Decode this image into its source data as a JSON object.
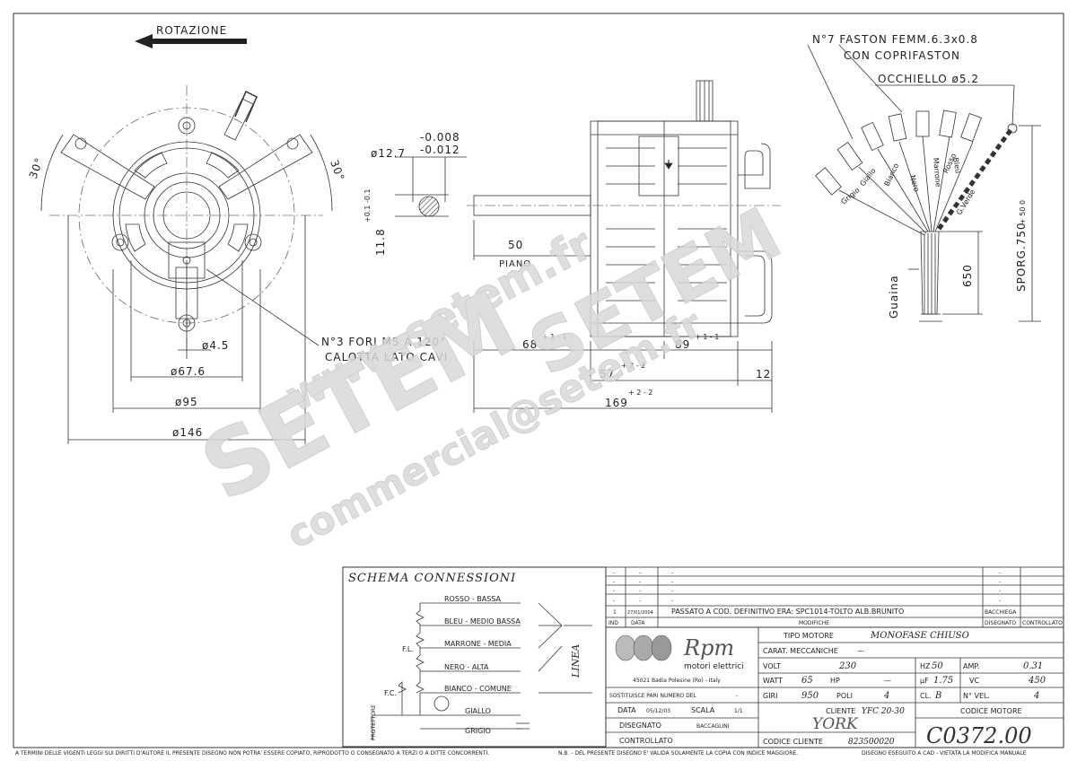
{
  "drawing": {
    "rotation_label": "ROTAZIONE",
    "angle_left": "30°",
    "angle_right": "30°",
    "holes_note": "N°3 FORI M5 A 120°",
    "holes_note2": "CALOTTA LATO CAVI",
    "dia_4_5": "ø4.5",
    "dia_67_6": "ø67.6",
    "dia_95": "ø95",
    "dia_146": "ø146",
    "shaft_dia": "ø12.7",
    "shaft_tol_a": "-0.008",
    "shaft_tol_b": "-0.012",
    "flat_dim": "11.8",
    "flat_tol": "+0.1 -0.1",
    "dim_50": "50",
    "piano": "PIANO",
    "dim_68": "68",
    "dim_68_tol": "+ 1  - 1",
    "dim_89": "89",
    "dim_89_tol": "+ 1  - 1",
    "dim_57": "57",
    "dim_57_tol": "+ 2  - 2",
    "dim_12": "12",
    "dim_169": "169",
    "dim_169_tol": "+ 2  - 2",
    "faston_note": "N°7 FASTON FEMM.6.3x0.8",
    "faston_note2": "CON COPRIFASTON",
    "eyelet_note": "OCCHIELLO ø5.2",
    "wire_labels": [
      "Grigio",
      "Giallo",
      "Bianco",
      "Nero",
      "Marrone",
      "Bleu",
      "Rosso",
      "G.Verde"
    ],
    "guaina": "Guaina",
    "dim_650": "650",
    "sporg": "SPORG.750",
    "sporg_tol": "+ 50  0"
  },
  "watermark": {
    "url": "www.setem.fr",
    "brand": "SETEM",
    "brand2": "SETEM",
    "email": "commercial@setem.fr"
  },
  "schema": {
    "title": "SCHEMA CONNESSIONI",
    "wires": [
      "ROSSO - BASSA",
      "BLEU - MEDIO BASSA",
      "MARRONE - MEDIA",
      "NERO - ALTA",
      "BIANCO - COMUNE",
      "GIALLO",
      "GRIGIO"
    ],
    "fl": "F.L.",
    "fc": "F.C.",
    "protettore": "PROTETTORE",
    "linea": "LINEA"
  },
  "revisions": {
    "rows": [
      {
        "ind": "-",
        "data": "-",
        "modifiche": "-",
        "disegnato": "-"
      },
      {
        "ind": "-",
        "data": "-",
        "modifiche": "-",
        "disegnato": "-"
      },
      {
        "ind": "-",
        "data": "-",
        "modifiche": "-",
        "disegnato": "-"
      },
      {
        "ind": "-",
        "data": "-",
        "modifiche": "-",
        "disegnato": "-"
      },
      {
        "ind": "1",
        "data": "27/01/2004",
        "modifiche": "PASSATO A COD. DEFINITIVO ERA: SPC1014-TOLTO ALB.BRUNITO",
        "disegnato": "BACCHIEGA"
      }
    ],
    "h_ind": "IND",
    "h_data": "DATA",
    "h_modifiche": "MODIFICHE",
    "h_disegnato": "DISEGNATO",
    "h_controllato": "CONTROLLATO"
  },
  "company": {
    "logo_text": "Rpm",
    "logo_sub": "motori elettrici",
    "address": "45021 Badia Polesine (Ro) - Italy"
  },
  "titleblock": {
    "sostituisce_label": "SOSTITUISCE PARI NUMERO DEL",
    "sostituisce_val": "-",
    "data_label": "DATA",
    "data_val": "05/12/03",
    "scala_label": "SCALA",
    "scala_val": "1/1",
    "disegnato_label": "DISEGNATO",
    "disegnato_val": "BACCAGLINI",
    "controllato_label": "CONTROLLATO",
    "tipo_label": "TIPO MOTORE",
    "tipo_val": "MONOFASE CHIUSO",
    "carat_label": "CARAT. MECCANICHE",
    "carat_val": "—",
    "volt_label": "VOLT",
    "volt_val": "230",
    "hz_label": "HZ",
    "hz_val": "50",
    "amp_label": "AMP.",
    "amp_val": "0.31",
    "watt_label": "WATT",
    "watt_val": "65",
    "hp_label": "HP",
    "hp_val": "—",
    "uf_label": "µF",
    "uf_val": "1.75",
    "vc_label": "VC",
    "vc_val": "450",
    "giri_label": "GIRI",
    "giri_val": "950",
    "poli_label": "POLI",
    "poli_val": "4",
    "cl_label": "CL.",
    "cl_val": "B",
    "nvel_label": "N° VEL.",
    "nvel_val": "4",
    "cliente_label": "CLIENTE",
    "cliente_val": "YORK",
    "model_val": "YFC 20-30",
    "codcliente_label": "CODICE CLIENTE",
    "codcliente_val": "823500020",
    "codmotore_label": "CODICE MOTORE",
    "codmotore_val": "C0372.00"
  },
  "footer": {
    "left": "A TERMINI DELLE VIGENTI LEGGI SUI DIRITTI D'AUTORE IL PRESENTE DISEGNO NON POTRA' ESSERE COPIATO, RIPRODOTTO O CONSEGNATO A TERZI O A DITTE CONCORRENTI.",
    "middle": "N.B. - DEL PRESENTE DISEGNO E' VALIDA SOLAMENTE LA COPIA CON INDICE MAGGIORE.",
    "right": "DISEGNO ESEGUITO A CAD - VIETATA LA MODIFICA MANUALE"
  }
}
